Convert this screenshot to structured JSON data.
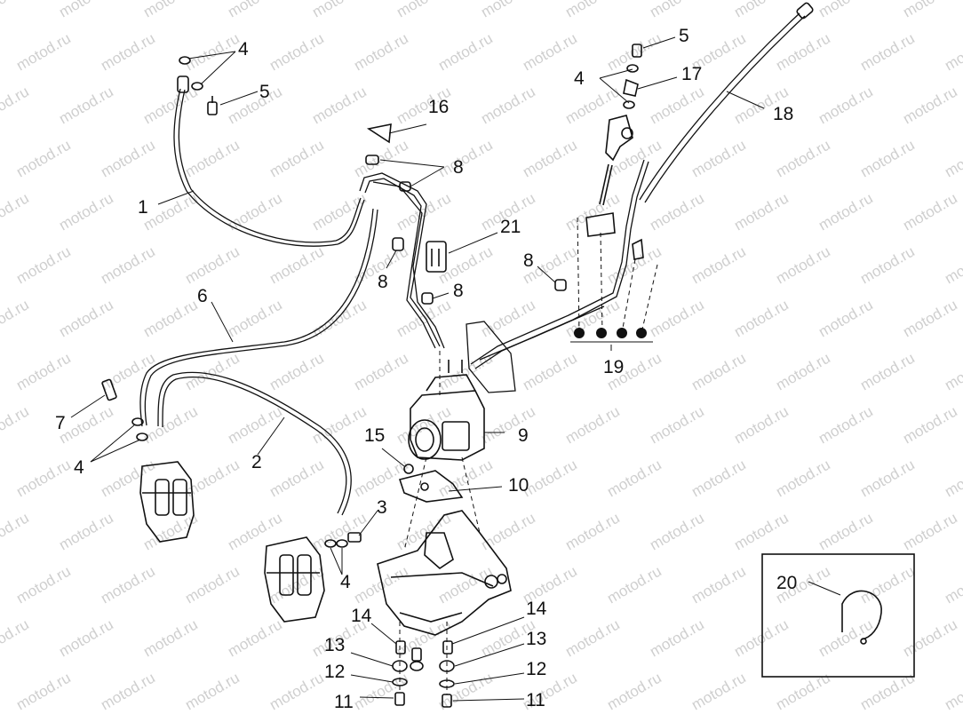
{
  "watermark": "motod.ru",
  "callouts": {
    "c1": "1",
    "c2": "2",
    "c3": "3",
    "c4": "4",
    "c5": "5",
    "c6": "6",
    "c7": "7",
    "c8": "8",
    "c9": "9",
    "c10": "10",
    "c11": "11",
    "c12": "12",
    "c13": "13",
    "c14": "14",
    "c15": "15",
    "c16": "16",
    "c17": "17",
    "c18": "18",
    "c19": "19",
    "c20": "20",
    "c21": "21"
  }
}
